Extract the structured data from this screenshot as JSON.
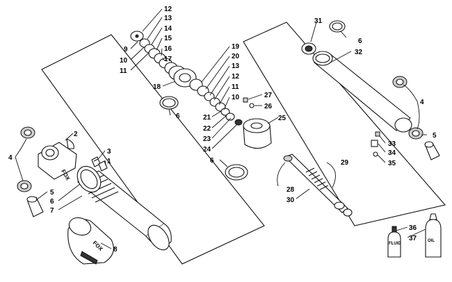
{
  "callouts": {
    "c1": "1",
    "c2": "2",
    "c3": "3",
    "c4a": "4",
    "c4b": "4",
    "c5a": "5",
    "c5b": "5",
    "c6a": "6",
    "c6b": "6",
    "c6c": "6",
    "c6d": "6",
    "c7": "7",
    "c8": "8",
    "c9": "9",
    "c10a": "10",
    "c10b": "10",
    "c11a": "11",
    "c11b": "11",
    "c12a": "12",
    "c12b": "12",
    "c13a": "13",
    "c13b": "13",
    "c14": "14",
    "c15": "15",
    "c16": "16",
    "c17": "17",
    "c18": "18",
    "c19": "19",
    "c20": "20",
    "c21": "21",
    "c22": "22",
    "c23": "23",
    "c24": "24",
    "c25": "25",
    "c26": "26",
    "c27": "27",
    "c28": "28",
    "c29": "29",
    "c30": "30",
    "c31": "31",
    "c32": "32",
    "c33": "33",
    "c34": "34",
    "c35": "35",
    "c36": "36",
    "c37": "37"
  },
  "markings": {
    "brand_logo": "FOX",
    "bottle_fluid": "FLUID",
    "bottle_oil": "OIL"
  }
}
